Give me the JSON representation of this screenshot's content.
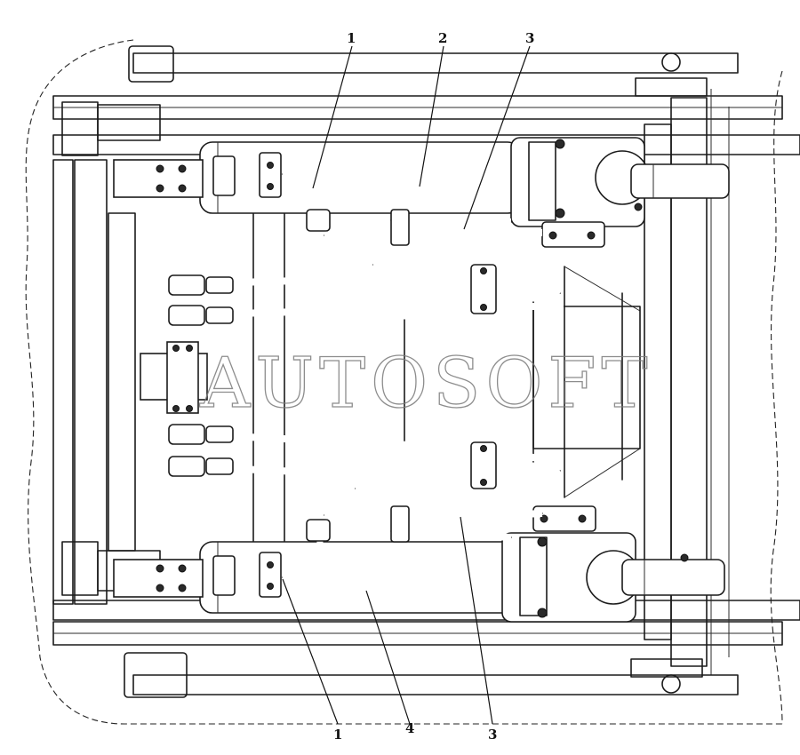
{
  "watermark": "AUTOSOFT",
  "callouts": {
    "top_1": "1",
    "top_2": "2",
    "top_3": "3",
    "bottom_1": "1",
    "bottom_4": "4",
    "bottom_3": "3"
  }
}
